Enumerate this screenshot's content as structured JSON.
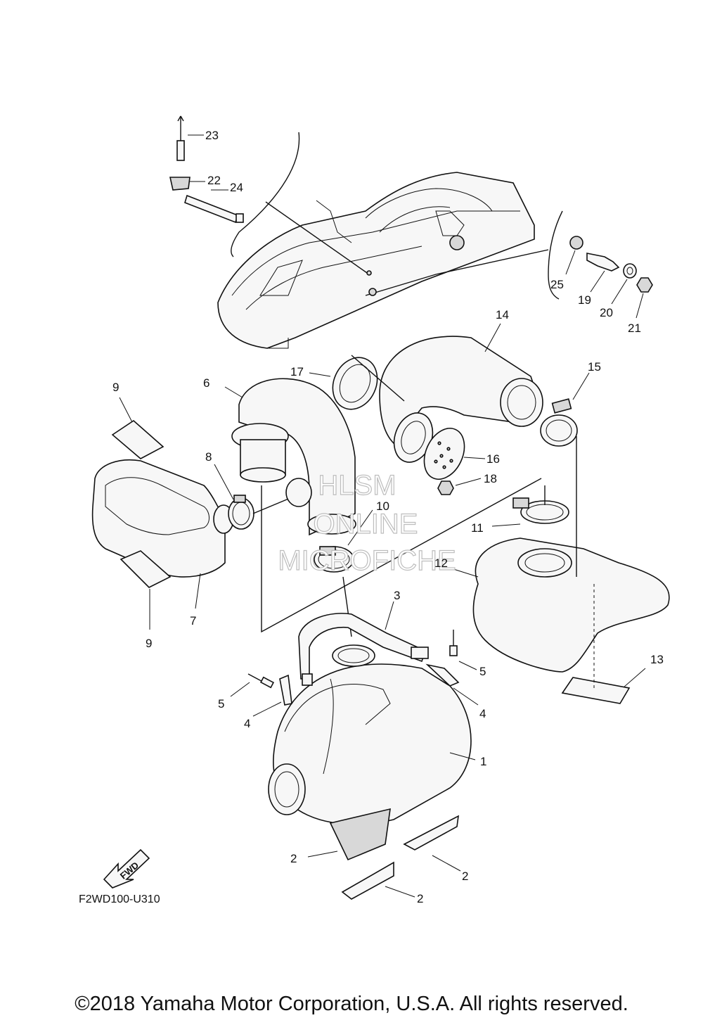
{
  "callouts": {
    "c1": "1",
    "c2a": "2",
    "c2b": "2",
    "c2c": "2",
    "c3": "3",
    "c4a": "4",
    "c4b": "4",
    "c5a": "5",
    "c5b": "5",
    "c6": "6",
    "c7": "7",
    "c8": "8",
    "c9a": "9",
    "c9b": "9",
    "c10": "10",
    "c11": "11",
    "c12": "12",
    "c13": "13",
    "c14": "14",
    "c15": "15",
    "c16": "16",
    "c17": "17",
    "c18": "18",
    "c19": "19",
    "c20": "20",
    "c21": "21",
    "c22": "22",
    "c23": "23",
    "c24": "24",
    "c25": "25"
  },
  "watermark": {
    "line1": "HLSM",
    "line2": "ONLINE",
    "line3": "MICROFICHE"
  },
  "fwd_label": "FWD",
  "diagram_code": "F2WD100-U310",
  "copyright": "©2018 Yamaha Motor Corporation, U.S.A. All rights reserved.",
  "icons": [
    "fwd-arrow-icon"
  ]
}
